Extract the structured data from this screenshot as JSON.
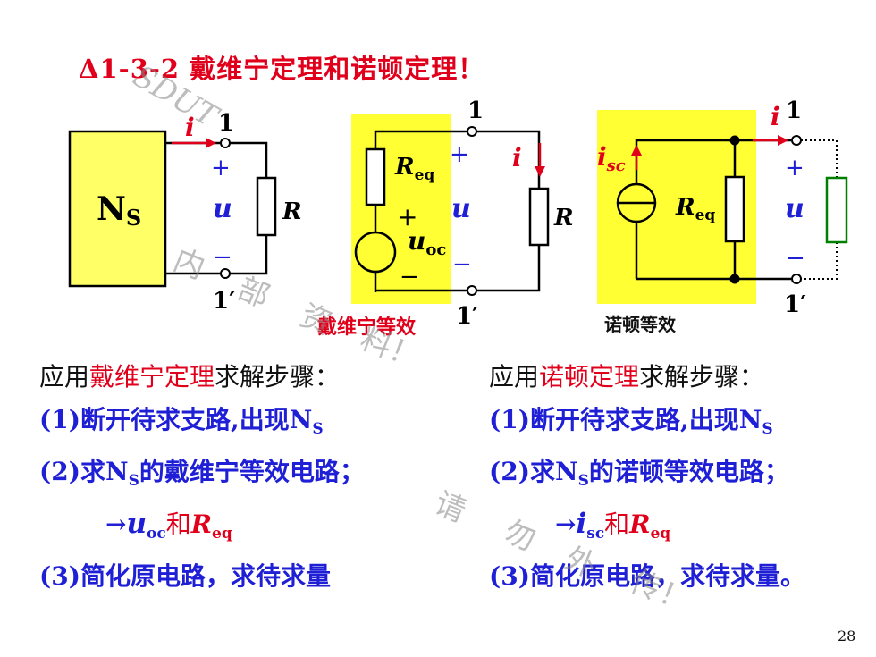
{
  "title": "Δ1-3-2  戴维宁定理和诺顿定理！",
  "circuit": {
    "ns_label": "N",
    "ns_sub": "S",
    "term1": "1",
    "term1p": "1′",
    "i": "i",
    "isc_main": "i",
    "isc_sub": "sc",
    "u": "u",
    "plus": "+",
    "minus": "−",
    "R": "R",
    "req_main": "R",
    "req_sub": "eq",
    "uoc_main": "u",
    "uoc_sub": "oc",
    "caption_thevenin": "戴维宁等效",
    "caption_norton": "诺顿等效"
  },
  "left_steps": {
    "l1_a": "应用",
    "l1_b": "戴维宁定理",
    "l1_c": "求解步骤：",
    "l2": "(1)断开待求支路,出现N",
    "l2_sub": "S",
    "l3_a": "(2)求N",
    "l3_sub": "S",
    "l3_b": "的戴维宁等效电路；",
    "l4_arrow": "→",
    "l4_u": "u",
    "l4_usub": "oc",
    "l4_and": "和",
    "l4_r": "R",
    "l4_rsub": "eq",
    "l5": "(3)简化原电路，求待求量"
  },
  "right_steps": {
    "l1_a": "应用",
    "l1_b": "诺顿定理",
    "l1_c": "求解步骤：",
    "l2": "(1)断开待求支路,出现N",
    "l2_sub": "S",
    "l3_a": "(2)求N",
    "l3_sub": "S",
    "l3_b": "的诺顿等效电路；",
    "l4_arrow": "→",
    "l4_i": "i",
    "l4_isub": "sc",
    "l4_and": "和",
    "l4_r": "R",
    "l4_rsub": "eq",
    "l5": "(3)简化原电路，求待求量。"
  },
  "watermark": {
    "w1": "SDUT",
    "w2": "内",
    "w3": "部",
    "w4": "资",
    "w5": "料！",
    "w6": "请",
    "w7": "勿",
    "w8": "外",
    "w9": "传！"
  },
  "page_number": "28",
  "colors": {
    "red": "#e0001b",
    "blue": "#1f1fd6",
    "yellow": "#ffff66",
    "yellow_box": "#ffff33",
    "green": "#008000"
  }
}
